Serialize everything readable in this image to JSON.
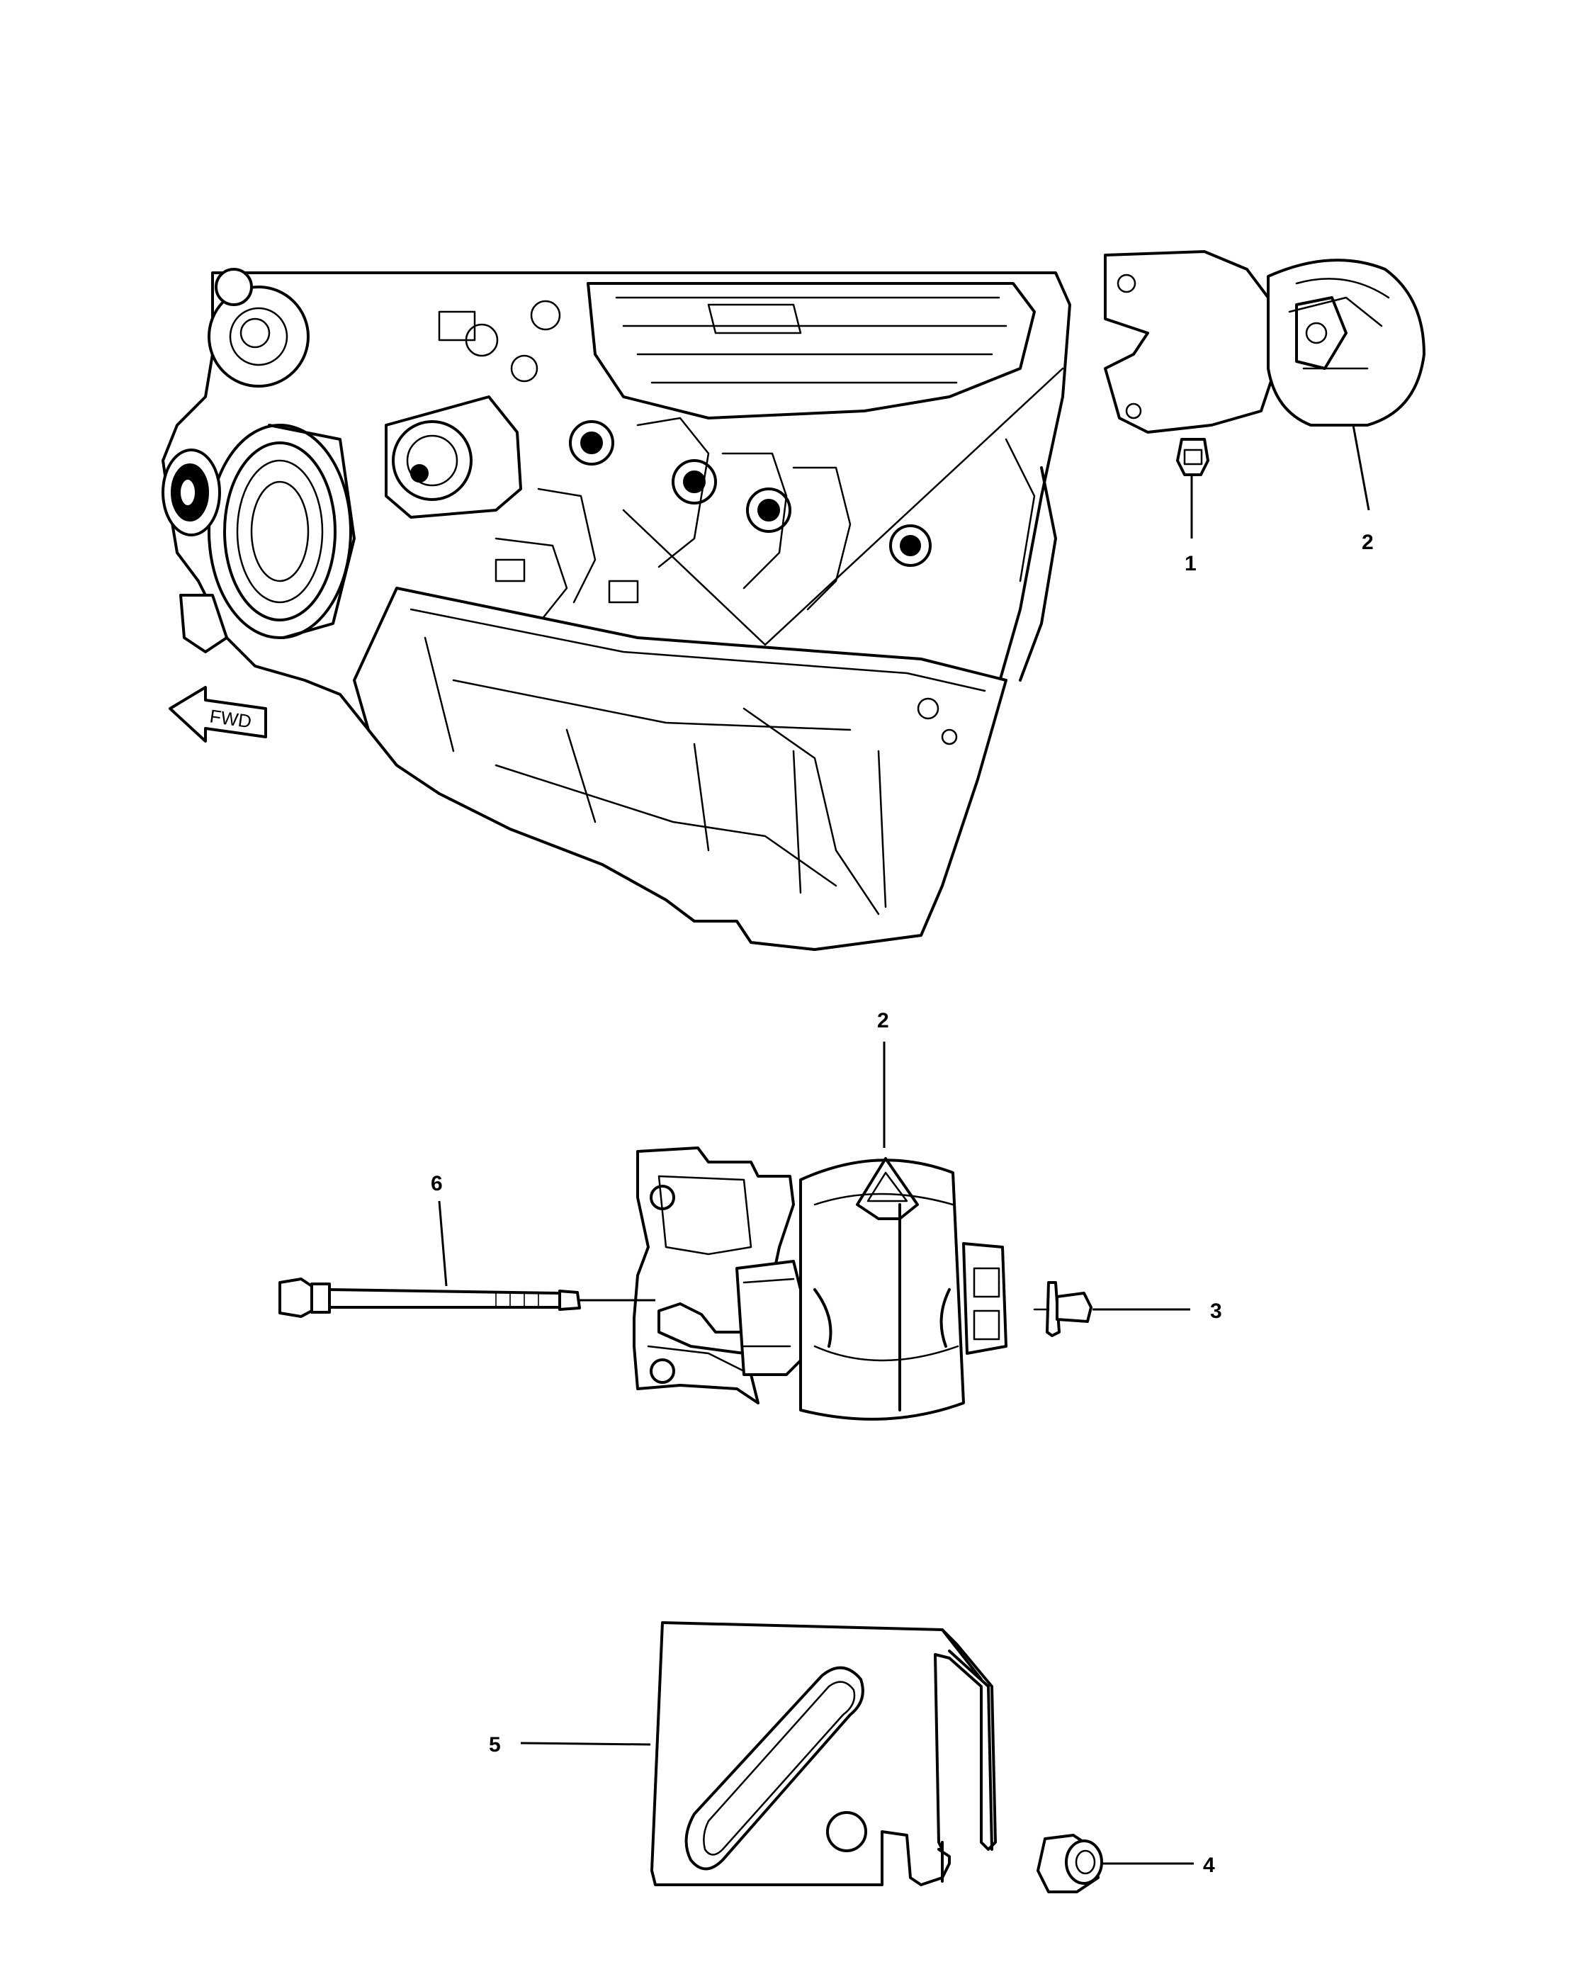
{
  "callouts": {
    "c1": "1",
    "c2_top": "2",
    "c2_mid": "2",
    "c3": "3",
    "c4": "4",
    "c5": "5",
    "c6": "6"
  },
  "fwd_label": "FWD",
  "icons": [
    "fwd-arrow-icon"
  ],
  "colors": {
    "line": "#000000",
    "background": "#ffffff"
  }
}
